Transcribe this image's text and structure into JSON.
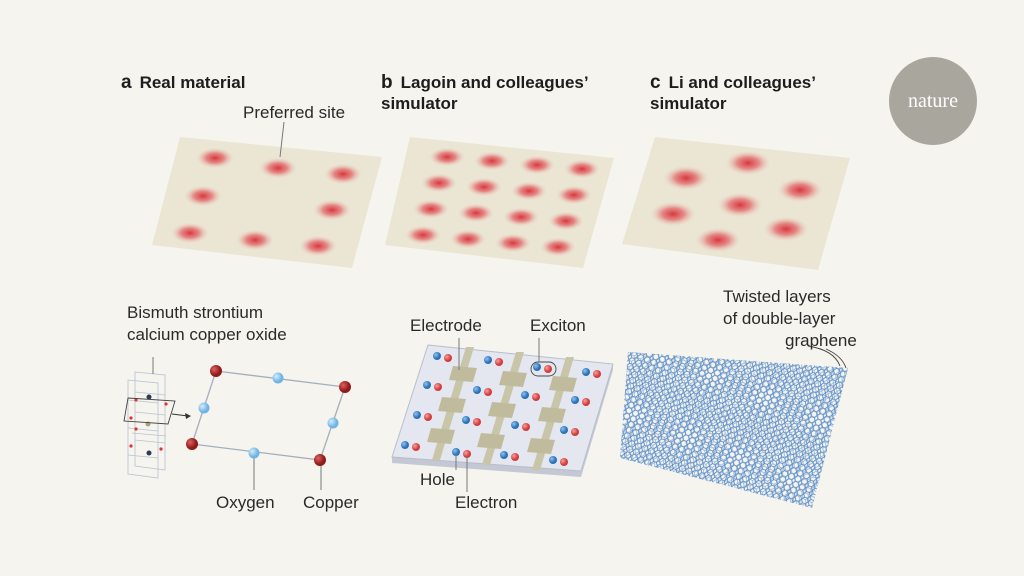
{
  "panels": [
    {
      "letter": "a",
      "title": "Real material"
    },
    {
      "letter": "b",
      "title": "Lagoin and colleagues’",
      "title2": "simulator"
    },
    {
      "letter": "c",
      "title": "Li and colleagues’",
      "title2": "simulator"
    }
  ],
  "labels": {
    "preferred_site": "Preferred site",
    "material_line1": "Bismuth strontium",
    "material_line2": "calcium copper oxide",
    "oxygen": "Oxygen",
    "copper": "Copper",
    "electrode": "Electrode",
    "exciton": "Exciton",
    "hole": "Hole",
    "electron": "Electron",
    "graphene_line1": "Twisted layers",
    "graphene_line2": "of double-layer",
    "graphene_line3": "graphene"
  },
  "logo": "nature",
  "colors": {
    "background": "#f5f4ee",
    "sheet": "#ebe6d4",
    "site": "#d9363e",
    "oxygen": "#8ec7ee",
    "copper": "#b22a2a",
    "hole": "#3a86c8",
    "electron": "#e04a4a",
    "electrode": "#c9c5a8",
    "graphene": "#4a7fc0"
  }
}
